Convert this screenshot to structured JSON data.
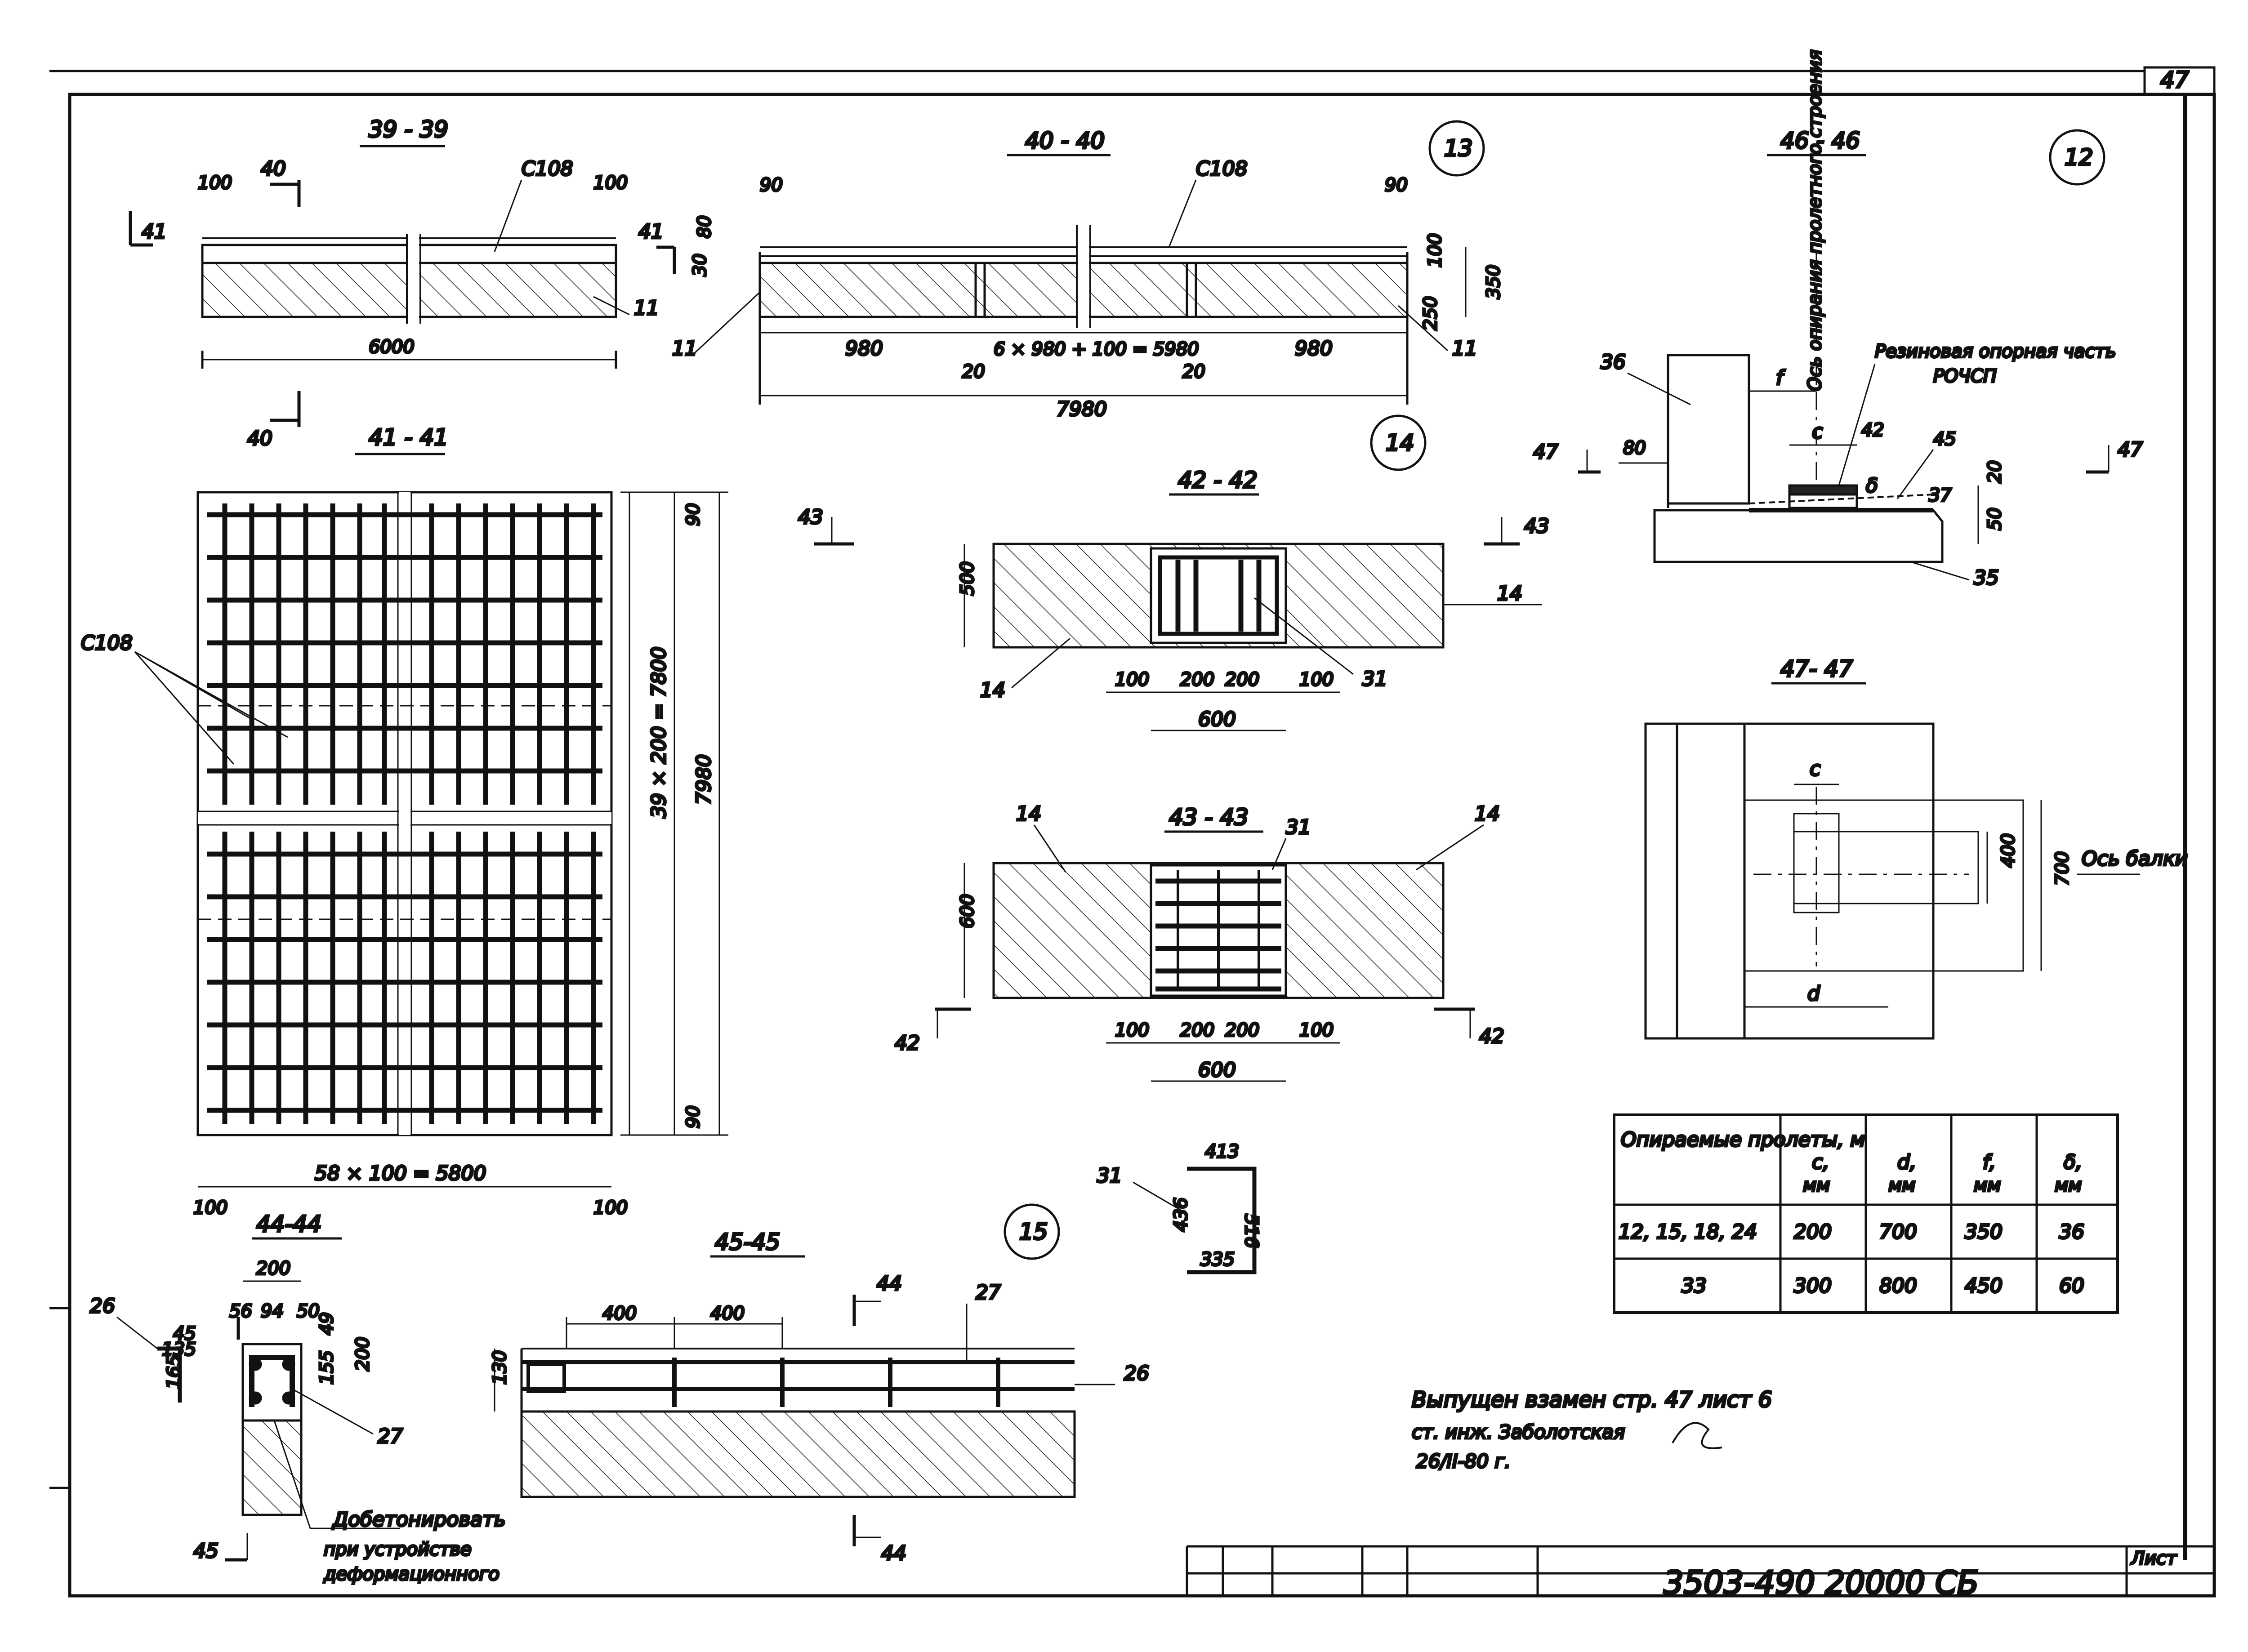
{
  "page_number": "47",
  "sheet_number_label": "Лист",
  "stamp_code": "3503-490 20000 СБ",
  "sections": {
    "s39": "39 - 39",
    "s40": "40 - 40",
    "s41": "41 - 41",
    "s42": "42 - 42",
    "s43": "43 - 43",
    "s44": "44-44",
    "s45": "45-45",
    "s46": "46 - 46",
    "s47": "47- 47"
  },
  "nodes": {
    "n12": "12",
    "n13": "13",
    "n14": "14",
    "n15": "15"
  },
  "cut_marks": {
    "m40": "40",
    "m41": "41",
    "m42": "42",
    "m43": "43",
    "m44": "44",
    "m45": "45",
    "m47": "47"
  },
  "marks": {
    "c108": "С108",
    "p11": "11",
    "p14": "14",
    "p26": "26",
    "p27": "27",
    "p31": "31",
    "p35": "35",
    "p36": "36",
    "p42": "42",
    "p45": "45"
  },
  "dims": {
    "d100": "100",
    "d6000": "6000",
    "d90": "90",
    "d80": "80",
    "d30": "30",
    "d250": "250",
    "d350": "350",
    "d980": "980",
    "d_mid": "6 × 980 + 100 = 5980",
    "d20": "20",
    "d7980": "7980",
    "d_rows": "39 × 200 = 7800",
    "d_cols": "58 × 100 = 5800",
    "d500": "500",
    "d200": "200",
    "d600": "600",
    "d400": "400",
    "d700": "700",
    "d50": "50",
    "d413": "413",
    "d436": "436",
    "d516": "516",
    "d335": "335",
    "d165": "165",
    "d135": "135",
    "d45": "45",
    "d56": "56",
    "d94": "94",
    "d49": "49",
    "d155": "155",
    "d130": "130",
    "d37": "37"
  },
  "letters": {
    "c": "c",
    "d": "d",
    "f": "f",
    "delta": "δ"
  },
  "support_axis": "Ось опирания пролетного строения",
  "rubber_bearing": "Резиновая опорная часть",
  "rubber_bearing_2": "РОЧСП",
  "beam_axis": "Ось балки",
  "concrete_note": [
    "Добетонировать",
    "при устройстве",
    "деформационного"
  ],
  "table": {
    "headers": [
      {
        "label": "Опираемые пролеты, м",
        "unit": ""
      },
      {
        "label": "c,",
        "unit": "мм"
      },
      {
        "label": "d,",
        "unit": "мм"
      },
      {
        "label": "f,",
        "unit": "мм"
      },
      {
        "label": "δ,",
        "unit": "мм"
      }
    ],
    "rows": [
      [
        "12, 15, 18, 24",
        "200",
        "700",
        "350",
        "36"
      ],
      [
        "33",
        "300",
        "800",
        "450",
        "60"
      ]
    ]
  },
  "issue_note": {
    "line1": "Выпущен взамен стр. 47 лист 6",
    "line2": "ст. инж. Заболотская",
    "line3": "26/II-80 г."
  }
}
